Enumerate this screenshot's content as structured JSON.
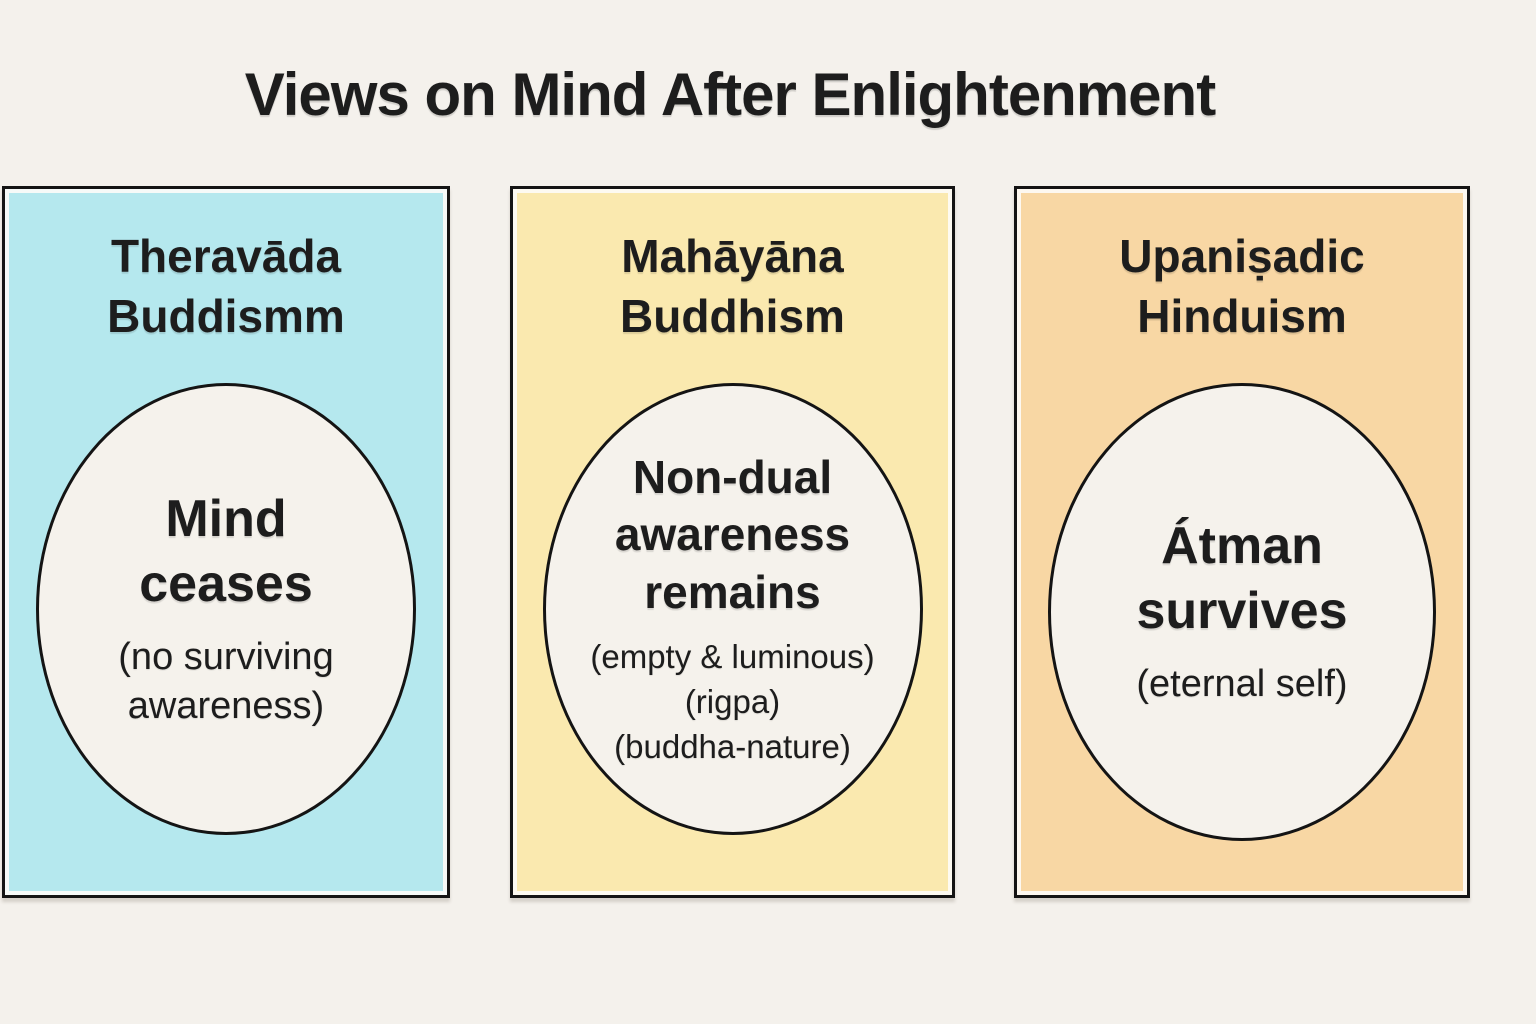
{
  "title": "Views on Mind After Enlightenment",
  "colors": {
    "background": "#f4f1ec",
    "panel1_fill": "#b5e8ee",
    "panel2_fill": "#fae9af",
    "panel3_fill": "#f8d7a4",
    "ellipse_fill": "#f5f2ec",
    "border": "#141414",
    "text": "#1d1d1d"
  },
  "panels": [
    {
      "heading_lines": [
        "Theravāda",
        "Buddismm"
      ],
      "main_lines": [
        "Mind",
        "ceases"
      ],
      "sub_lines": [
        "(no surviving",
        "awareness)"
      ]
    },
    {
      "heading_lines": [
        "Mahāyāna",
        "Buddhism"
      ],
      "main_lines": [
        "Non-dual",
        "awareness",
        "remains"
      ],
      "sub_lines": [
        "(empty & luminous)",
        "(rigpa)",
        "(buddha-nature)"
      ]
    },
    {
      "heading_lines": [
        "Upaniṣadic",
        "Hinduism"
      ],
      "main_lines": [
        "Átman",
        "survives"
      ],
      "sub_lines": [
        "(eternal self)"
      ]
    }
  ]
}
